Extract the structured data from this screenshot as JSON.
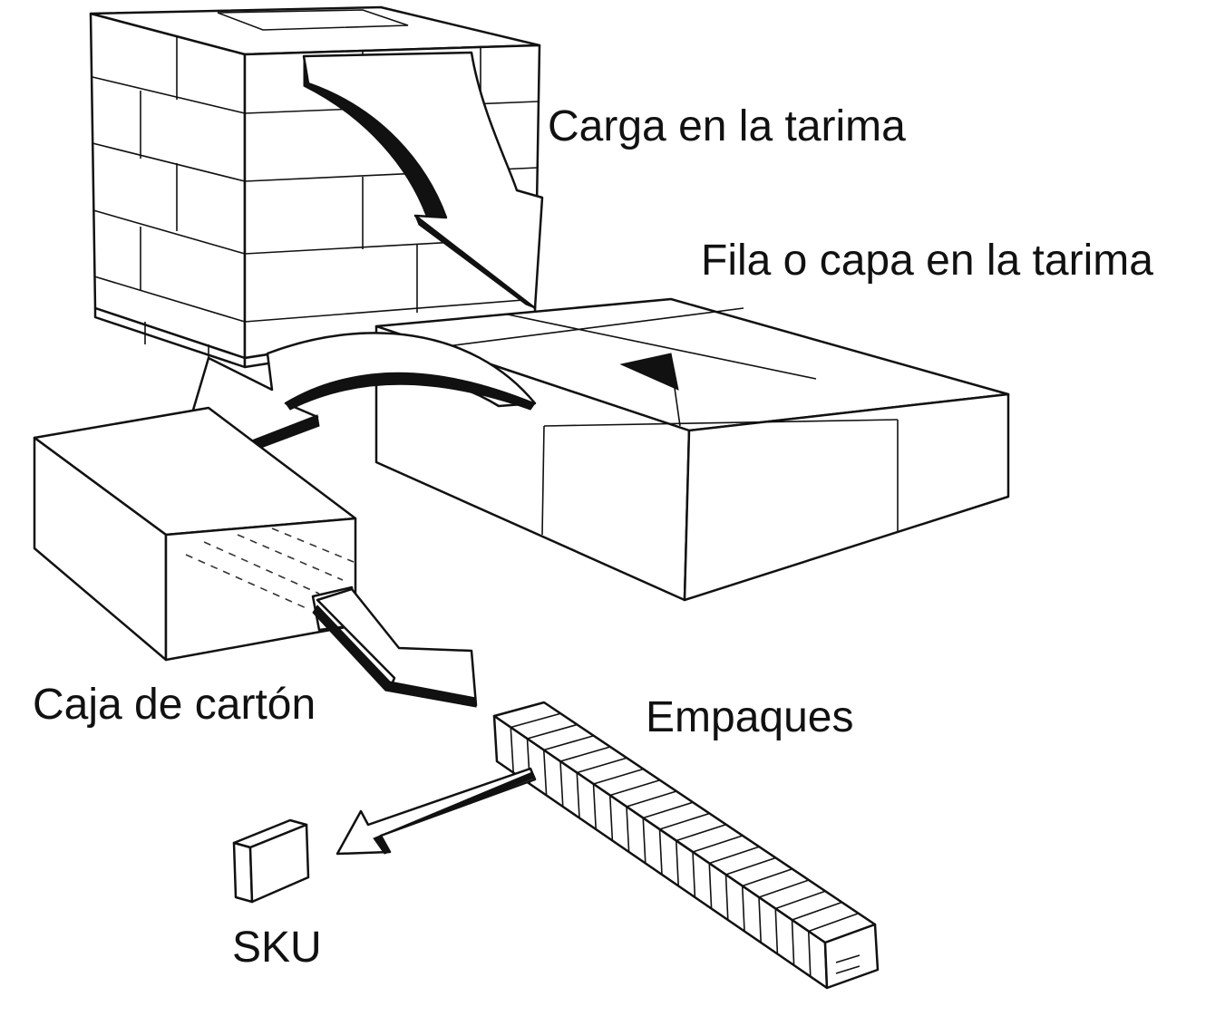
{
  "diagram": {
    "labels": {
      "pallet_load": "Carga en la tarima",
      "row_or_layer": "Fila o capa en la tarima",
      "carton_box": "Caja de cartón",
      "packs": "Empaques",
      "sku": "SKU"
    },
    "colors": {
      "background": "#ffffff",
      "line": "#111111"
    }
  }
}
